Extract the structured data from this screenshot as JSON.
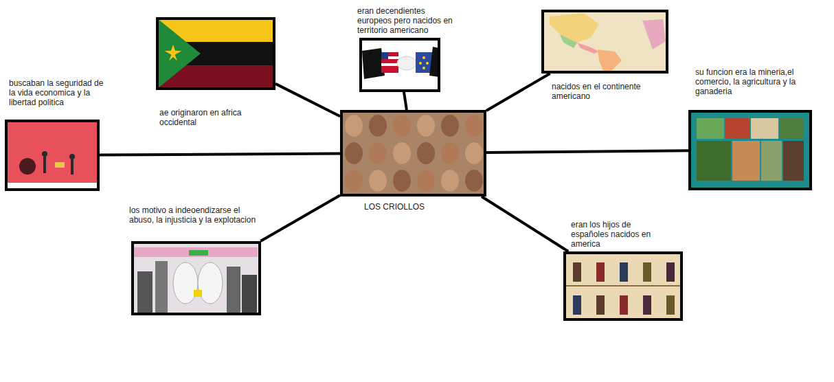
{
  "diagram": {
    "nodes": [
      {
        "text": [
          "LOS CRIOLLOS"
        ]
      },
      {
        "text": [
          "eran decendientes europeos pero nacidos en territorio americano"
        ]
      },
      {
        "text": [
          "nacidos en el continente americano"
        ]
      },
      {
        "text": [
          "su funcion era la mineria,el comercio, la agricultura y la ganaderia"
        ]
      },
      {
        "text": [
          "eran los hijos de españoles nacidos en america"
        ]
      },
      {
        "text": [
          "los motivo a indeoendizarse el abuso, la injusticia y la explotacion"
        ]
      },
      {
        "text": [
          "buscaban la seguridad de la vida economica y la libertad politica"
        ]
      },
      {
        "text": [
          "ae originaron en africa occidental"
        ]
      }
    ],
    "edges": [
      {
        "from": 0,
        "to": 1,
        "arrow": "none"
      },
      {
        "from": 0,
        "to": 2,
        "arrow": "none"
      },
      {
        "from": 0,
        "to": 3,
        "arrow": "none"
      },
      {
        "from": 0,
        "to": 4,
        "arrow": "none"
      },
      {
        "from": 0,
        "to": 5,
        "arrow": "none"
      },
      {
        "from": 0,
        "to": 6,
        "arrow": "none"
      },
      {
        "from": 0,
        "to": 7,
        "arrow": "none"
      }
    ]
  }
}
